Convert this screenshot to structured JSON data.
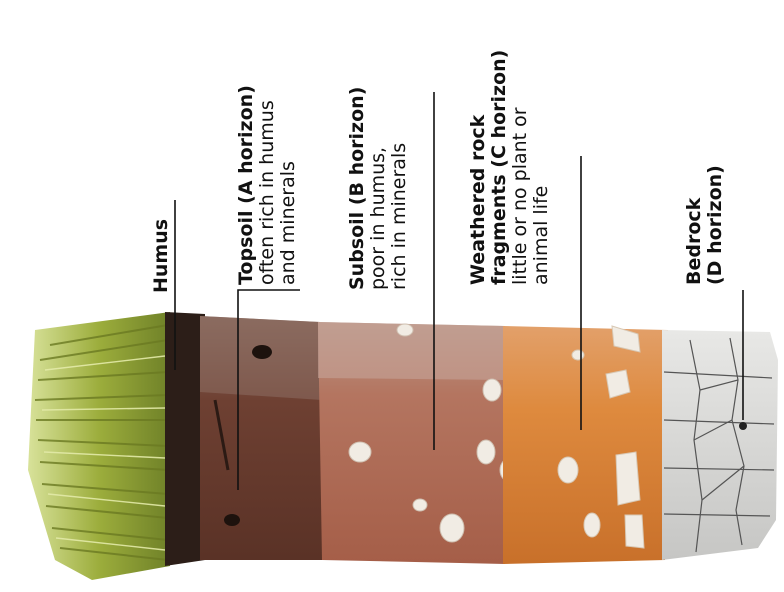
{
  "labels": {
    "humus": {
      "title": "Humus"
    },
    "topsoil": {
      "title": "Topsoil (A horizon)",
      "line1": "often rich in humus",
      "line2": "and minerals"
    },
    "subsoil": {
      "title": "Subsoil (B horizon)",
      "line1": "poor in humus,",
      "line2": "rich in minerals"
    },
    "weathered": {
      "title1": "Weathered rock",
      "title2": "fragments (C horizon)",
      "line1": "little or no plant or",
      "line2": "animal life"
    },
    "bedrock": {
      "title1": "Bedrock",
      "title2": "(D horizon)"
    }
  },
  "colors": {
    "grass": "#9cad3c",
    "humus_layer": "#2c1e18",
    "topsoil_layer": "#6e4032",
    "subsoil_layer": "#b47560",
    "weathered_layer": "#de8a3e",
    "bedrock_layer": "#dadada",
    "pebble": "#f1ece4"
  }
}
